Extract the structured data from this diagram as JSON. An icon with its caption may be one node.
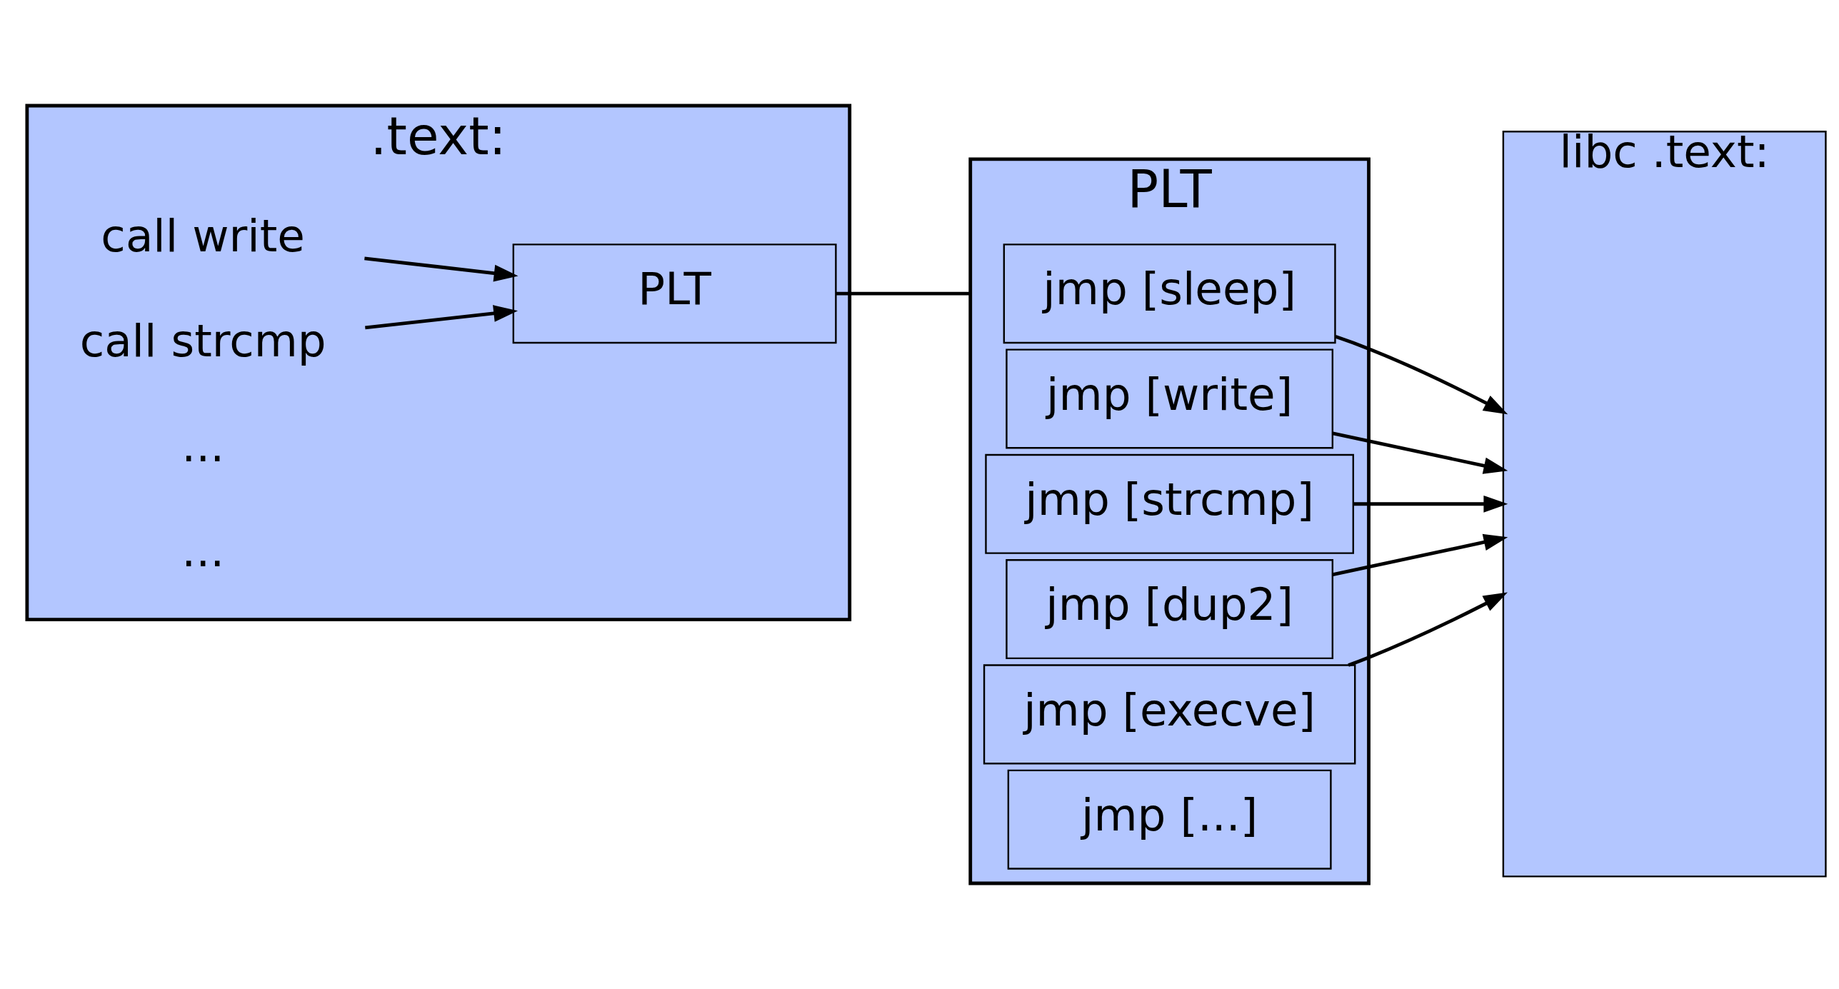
{
  "diagram": {
    "nodes": [
      {
        "text": [
          ".text:"
        ]
      },
      {
        "text": [
          "PLT"
        ],
        "in": 0
      },
      {
        "text": [
          "call write"
        ],
        "in": 0
      },
      {
        "text": [
          "call strcmp"
        ],
        "in": 0
      },
      {
        "text": [
          "PLT"
        ]
      },
      {
        "text": [
          "jmp [sleep]"
        ],
        "in": 4
      },
      {
        "text": [
          "jmp [write]"
        ],
        "in": 4
      },
      {
        "text": [
          "jmp [strcmp]"
        ],
        "in": 4
      },
      {
        "text": [
          "jmp [dup2]"
        ],
        "in": 4
      },
      {
        "text": [
          "jmp [execve]"
        ],
        "in": 4
      },
      {
        "text": [
          "jmp [...]"
        ],
        "in": 4
      },
      {
        "text": [
          "libc .text:"
        ]
      }
    ],
    "edges": [
      {
        "from": 2,
        "to": 1,
        "arrow": "to"
      },
      {
        "from": 3,
        "to": 1,
        "arrow": "to"
      },
      {
        "from": 1,
        "to": 4,
        "arrow": "none"
      },
      {
        "from": 5,
        "to": 11,
        "arrow": "to"
      },
      {
        "from": 6,
        "to": 11,
        "arrow": "to"
      },
      {
        "from": 7,
        "to": 11,
        "arrow": "to"
      },
      {
        "from": 8,
        "to": 11,
        "arrow": "to"
      },
      {
        "from": 9,
        "to": 11,
        "arrow": "to"
      }
    ],
    "labels": [
      "...",
      "..."
    ]
  }
}
